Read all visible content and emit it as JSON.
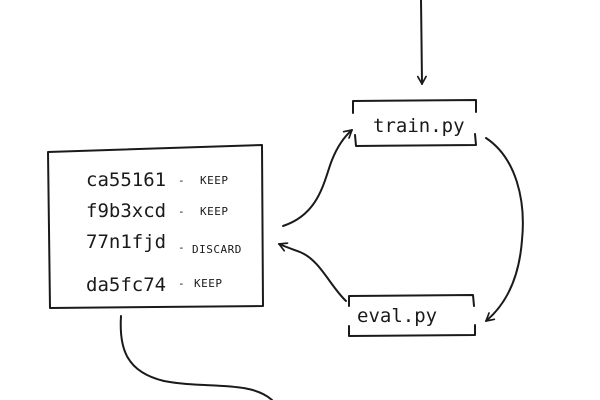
{
  "commits": [
    {
      "hash": "ca55161",
      "status": "KEEP"
    },
    {
      "hash": "f9b3xcd",
      "status": "KEEP"
    },
    {
      "hash": "77n1fjd",
      "status": "DISCARD"
    },
    {
      "hash": "da5fc74",
      "status": "KEEP"
    }
  ],
  "train": {
    "label": "train.py"
  },
  "eval": {
    "label": "eval.py"
  },
  "separator": "-"
}
